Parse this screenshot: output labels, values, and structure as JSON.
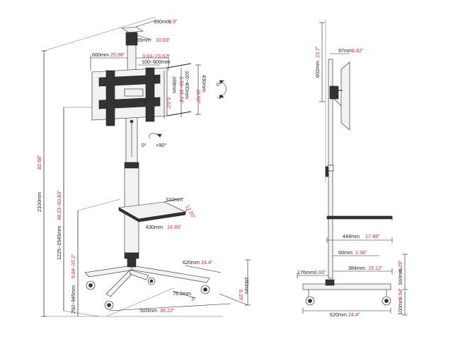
{
  "front_view": {
    "dims": {
      "height_total": {
        "mm": "2100mm",
        "in": "82.68\""
      },
      "height_screen_range": {
        "mm": "1225~1545mm",
        "in": "48.23~60.83\""
      },
      "height_shelf_range": {
        "mm": "250~945mm",
        "in": "9.84~37.2\""
      },
      "top_width": {
        "mm": "150mm",
        "in": "5.9\""
      },
      "top_depth": {
        "mm": "255mm",
        "in": "10.03\""
      },
      "bracket_width": {
        "mm": "660mm",
        "in": "25.98\""
      },
      "vesa_h": {
        "mm": "100~600mm",
        "in": "3.93~23.62\""
      },
      "vesa_v": {
        "mm": "100~400mm",
        "in": "3.93~15.74\""
      },
      "bracket_mid": {
        "mm": "168mm",
        "in": "6.61\""
      },
      "bracket_height": {
        "mm": "430mm",
        "in": "16.92\""
      },
      "shelf_depth": {
        "mm": "310mm",
        "in": "12.20\""
      },
      "shelf_width": {
        "mm": "430mm",
        "in": "16.93\""
      },
      "base_depth": {
        "mm": "620mm",
        "in": "24.4\""
      },
      "base_height": {
        "mm": "160mm",
        "in": "6.29\""
      },
      "base_width": {
        "mm": "920mm",
        "in": "36.22\""
      },
      "leg_angle": {
        "mm": "76.2mm",
        "in": "3\""
      }
    },
    "tilt": {
      "a": "0°",
      "b": "-3°"
    },
    "rotate": {
      "a": "0°",
      "b": "+90°"
    }
  },
  "side_view": {
    "dims": {
      "mount_height": {
        "mm": "602mm",
        "in": "23.7\""
      },
      "offset": {
        "mm": "97mm",
        "in": "3.82\""
      },
      "shelf_depth": {
        "mm": "444mm",
        "in": "17.48\""
      },
      "short_depth": {
        "mm": "60mm",
        "in": "2.36\""
      },
      "rear_depth": {
        "mm": "384mm",
        "in": "15.12\""
      },
      "base_front": {
        "mm": "176mm",
        "in": "6.93\""
      },
      "base_height": {
        "mm": "160mm",
        "in": "6.29\""
      },
      "base_depth": {
        "mm": "620mm",
        "in": "24.4\""
      },
      "wheel_height": {
        "mm": "100mm",
        "in": "3.94\""
      }
    }
  },
  "colors": {
    "ink": "#222222",
    "red": "#d8272d"
  }
}
